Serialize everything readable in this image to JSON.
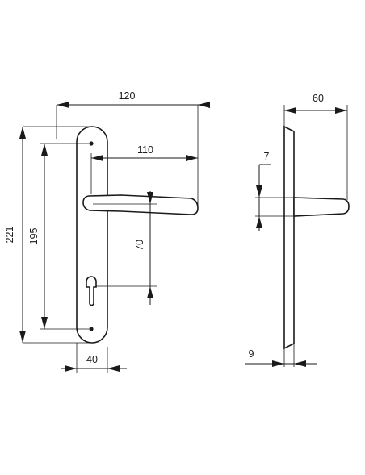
{
  "drawing": {
    "front_view": {
      "dimensions": {
        "overall_width": "120",
        "handle_length": "110",
        "plate_height": "221",
        "fixing_centres": "195",
        "handle_to_cylinder": "70",
        "plate_width": "40"
      }
    },
    "side_view": {
      "dimensions": {
        "projection": "60",
        "handle_thickness": "7",
        "plate_thickness": "9"
      }
    }
  }
}
